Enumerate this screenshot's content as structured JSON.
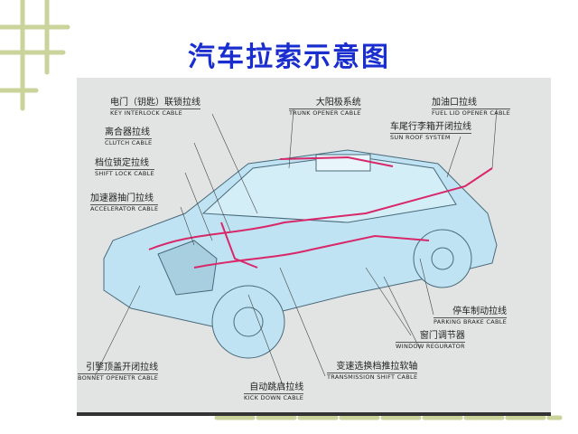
{
  "title": "汽车拉索示意图",
  "labels": [
    {
      "cn": "电门（钥匙）联锁拉线",
      "en": "KEY INTERLOCK CABLE"
    },
    {
      "cn": "离合器拉线",
      "en": "CLUTCH CABLE"
    },
    {
      "cn": "档位锁定拉线",
      "en": "SHIFT LOCK CABLE"
    },
    {
      "cn": "加速器抽门拉线",
      "en": "ACCELERATOR CABLE"
    },
    {
      "cn": "大阳极系统",
      "en": "TRUNK OPENER CABLE"
    },
    {
      "cn": "加油口拉线",
      "en": "FUEL LID OPENER CABLE"
    },
    {
      "cn": "车尾行李箱开闭拉线",
      "en": "SUN ROOF SYSTEM"
    },
    {
      "cn": "停车制动拉线",
      "en": "PARKING BRAKE CABLE"
    },
    {
      "cn": "窗门调节器",
      "en": "WINDOW REGURATOR"
    },
    {
      "cn": "变速选换档推拉软轴",
      "en": "TRANSMISSION SHIFT CABLE"
    },
    {
      "cn": "自动跳启拉线",
      "en": "KICK DOWN CABLE"
    },
    {
      "cn": "引擎顶盖开闭拉线",
      "en": "BONNET OPENETR CABLE"
    }
  ],
  "colors": {
    "title": "#1a2ecf",
    "panel": "#e2e4e4",
    "car": "#bfe3f2",
    "cable": "#d8286a"
  }
}
